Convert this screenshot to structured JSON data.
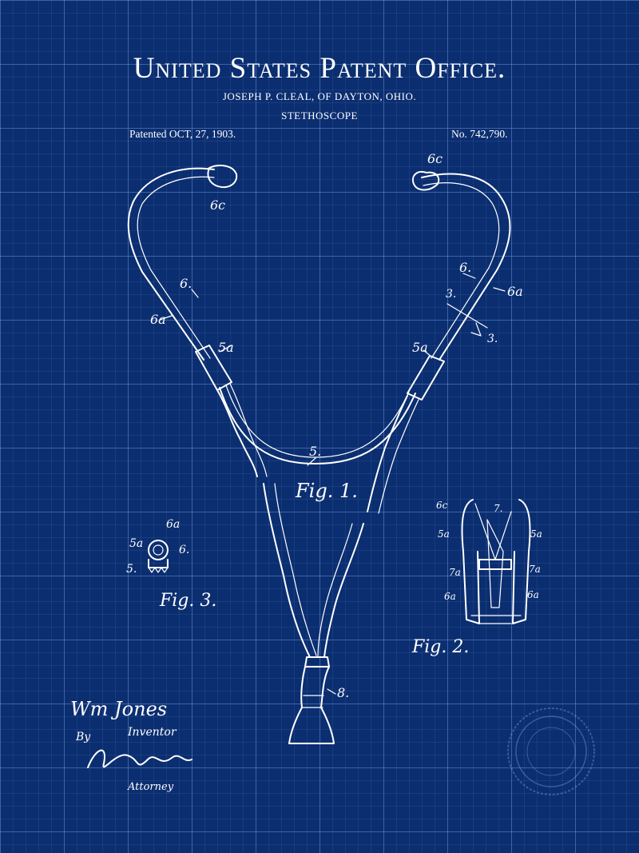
{
  "header": {
    "title": "United States Patent Office.",
    "inventor_line": "JOSEPH P. CLEAL, OF DAYTON, OHIO.",
    "subject": "STETHOSCOPE",
    "patented": "Patented OCT, 27, 1903.",
    "number": "No. 742,790."
  },
  "figures": {
    "fig1": "Fig. 1.",
    "fig2": "Fig. 2.",
    "fig3": "Fig. 3."
  },
  "callouts": {
    "c6c": "6c",
    "c6": "6.",
    "c6a": "6a",
    "c5a": "5a",
    "c5": "5.",
    "c3": "3.",
    "c8": "8.",
    "c7": "7.",
    "c7a": "7a"
  },
  "signature": {
    "witness": "Wm Jones",
    "by": "By",
    "inventor_label": "Inventor",
    "attorney_label": "Attorney"
  },
  "colors": {
    "background": "#0b2e70",
    "ink": "#ffffff",
    "grid": "#7aa0e6"
  }
}
